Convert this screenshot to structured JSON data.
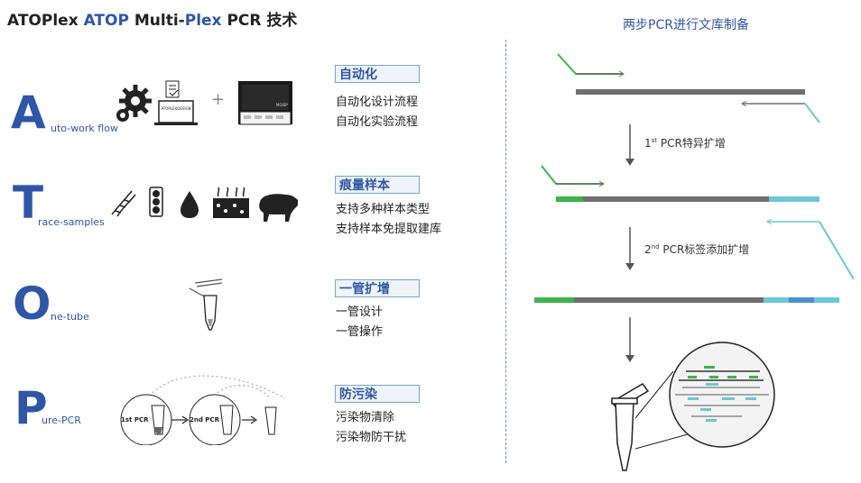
{
  "title": {
    "prefix": "ATOPlex ",
    "atop": "ATOP",
    "mid": " Multi-",
    "plex": "Plex",
    "suffix": " PCR 技术"
  },
  "rows": [
    {
      "letter": "A",
      "word": "uto-work flow",
      "tag": "自动化",
      "lines": [
        "自动化设计流程",
        "自动化实验流程"
      ]
    },
    {
      "letter": "T",
      "word": "race-samples",
      "tag": "痕量样本",
      "lines": [
        "支持多种样本类型",
        "支持样本免提取建库"
      ]
    },
    {
      "letter": "O",
      "word": "ne-tube",
      "tag": "一管扩增",
      "lines": [
        "一管设计",
        "一管操作"
      ]
    },
    {
      "letter": "P",
      "word": "ure-PCR",
      "tag": "防污染",
      "lines": [
        "污染物清除",
        "污染物防干扰"
      ]
    }
  ],
  "icons": {
    "plus": "+",
    "laptop_text": "ATOPLEXDESIGN",
    "pcr1": "1st PCR",
    "pcr2": "2nd PCR",
    "instrument_text": "MGISP"
  },
  "right": {
    "title": "两步PCR进行文库制备",
    "step1": {
      "num": "1",
      "sup": "st",
      "text": " PCR特异扩增"
    },
    "step2": {
      "num": "2",
      "sup": "nd",
      "text": " PCR标签添加扩增"
    }
  },
  "colors": {
    "blue": "#2f56a6",
    "green": "#3cb44b",
    "teal": "#6cc7d6",
    "grey": "#6f6f6f"
  }
}
